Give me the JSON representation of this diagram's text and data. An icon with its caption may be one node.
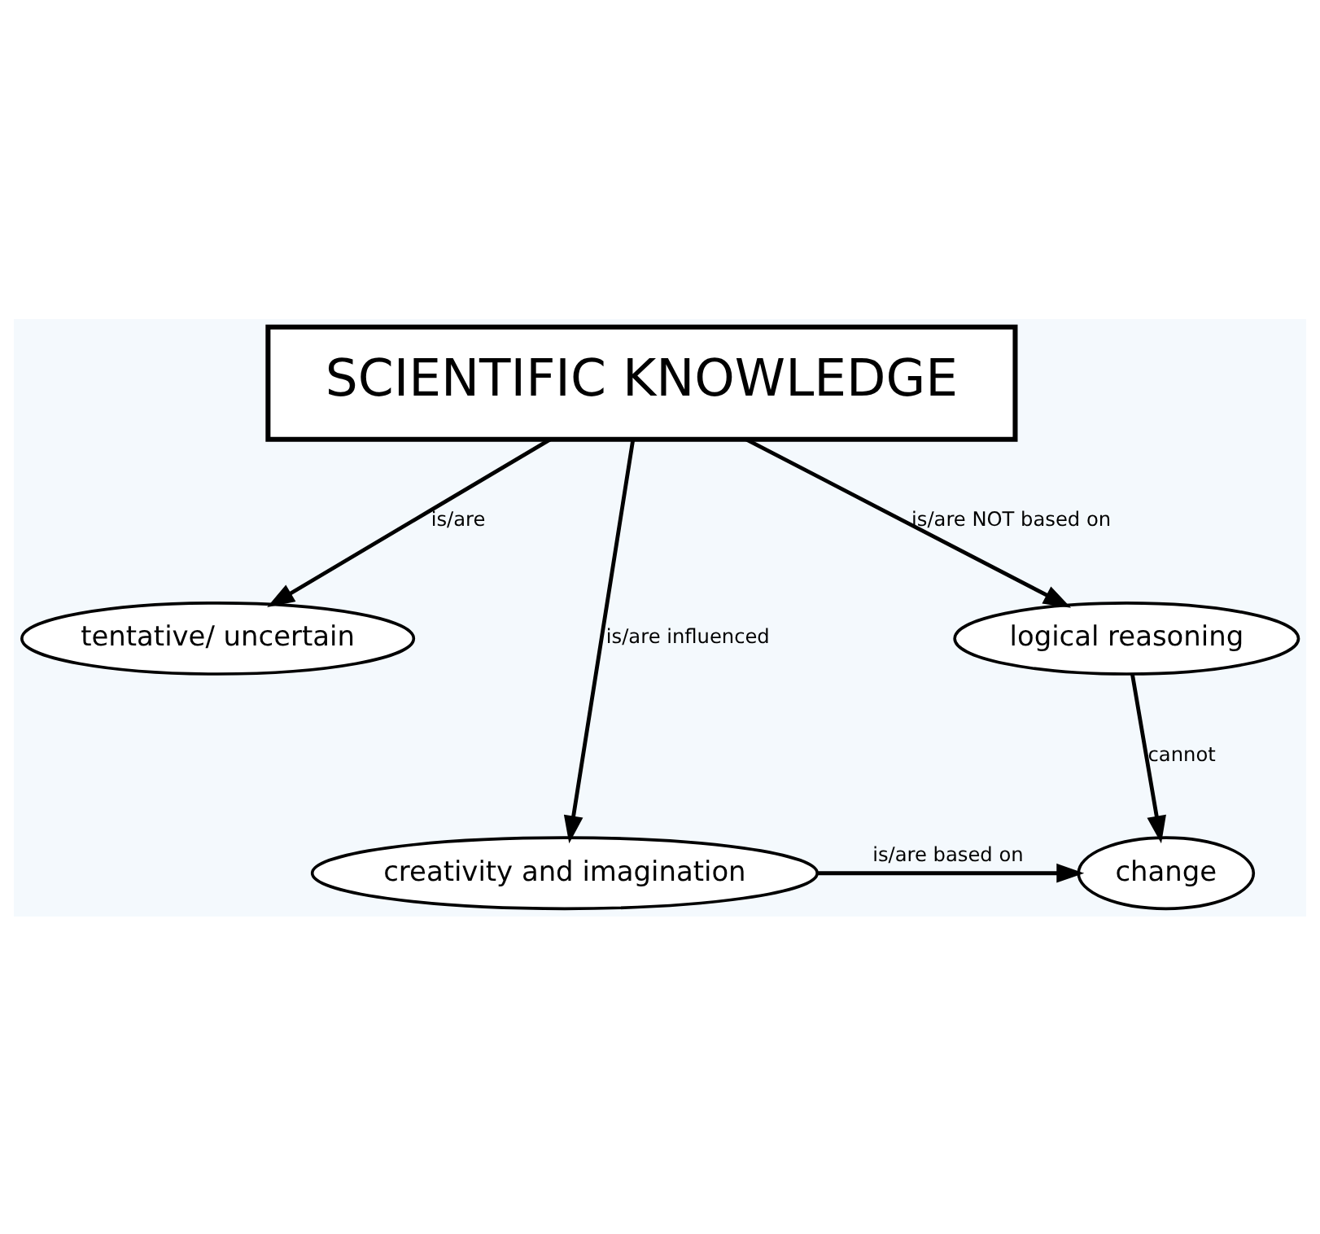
{
  "diagram": {
    "nodes": [
      {
        "text": [
          "SCIENTIFIC KNOWLEDGE"
        ]
      },
      {
        "text": [
          "tentative/ uncertain"
        ]
      },
      {
        "text": [
          "creativity and imagination"
        ]
      },
      {
        "text": [
          "logical reasoning"
        ]
      },
      {
        "text": [
          "change"
        ]
      }
    ],
    "edges": [
      {
        "from": 0,
        "to": 1,
        "arrow": "to",
        "label": "is/are"
      },
      {
        "from": 0,
        "to": 2,
        "arrow": "to",
        "label": "is/are influenced"
      },
      {
        "from": 0,
        "to": 3,
        "arrow": "to",
        "label": "is/are NOT based on"
      },
      {
        "from": 3,
        "to": 4,
        "arrow": "to",
        "label": "cannot"
      },
      {
        "from": 2,
        "to": 4,
        "arrow": "to",
        "label": "is/are based on"
      }
    ]
  }
}
